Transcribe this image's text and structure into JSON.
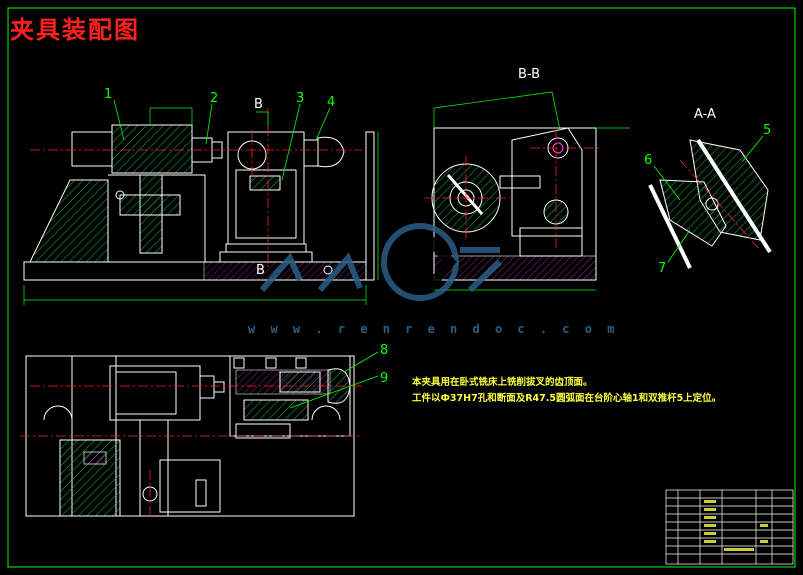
{
  "title": "夹具装配图",
  "views": {
    "bb_label": "B-B",
    "aa_label": "A-A",
    "b_marker_top": "B",
    "b_marker_bottom": "B"
  },
  "part_numbers": [
    "1",
    "2",
    "3",
    "4",
    "5",
    "6",
    "7",
    "8",
    "9"
  ],
  "notes": [
    "本夹具用在卧式铣床上铣削拔叉的齿顶面。",
    "工件以Ф37H7孔和断面及R47.5圆弧面在台阶心轴1和双推杆5上定位。"
  ],
  "watermark": {
    "url": "w w w . r e n r e n d o c . c o m"
  },
  "colors": {
    "background": "#000000",
    "outline": "#ffffff",
    "leader": "#00ff00",
    "centerline": "#ff2020",
    "hatch": "#00c060",
    "title": "#ff2020",
    "note": "#ffff40",
    "accent": "#ff40ff"
  }
}
